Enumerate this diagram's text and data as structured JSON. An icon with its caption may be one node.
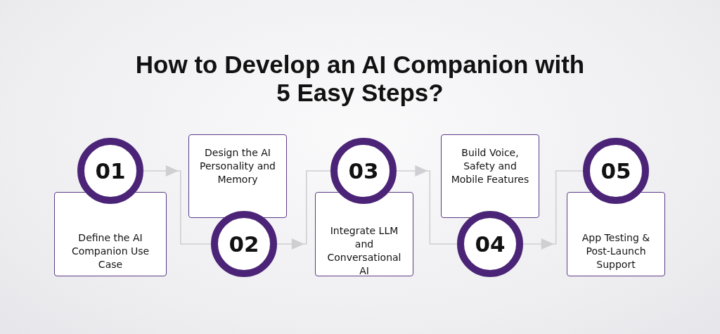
{
  "diagram": {
    "title": "How to Develop an AI Companion with 5 Easy Steps?",
    "nodes": [
      {
        "text": [
          "01"
        ]
      },
      {
        "text": [
          "Define the AI Companion Use Case"
        ]
      },
      {
        "text": [
          "02"
        ]
      },
      {
        "text": [
          "Design the AI Personality and Memory"
        ]
      },
      {
        "text": [
          "03"
        ]
      },
      {
        "text": [
          "Integrate LLM and Conversational AI"
        ]
      },
      {
        "text": [
          "04"
        ]
      },
      {
        "text": [
          "Build Voice, Safety and Mobile Features"
        ]
      },
      {
        "text": [
          "05"
        ]
      },
      {
        "text": [
          "App Testing & Post-Launch Support"
        ]
      }
    ],
    "edges": [
      {
        "from": 0,
        "to": 2,
        "arrow": "to"
      },
      {
        "from": 2,
        "to": 4,
        "arrow": "to"
      },
      {
        "from": 4,
        "to": 6,
        "arrow": "to"
      },
      {
        "from": 6,
        "to": 8,
        "arrow": "to"
      }
    ]
  }
}
